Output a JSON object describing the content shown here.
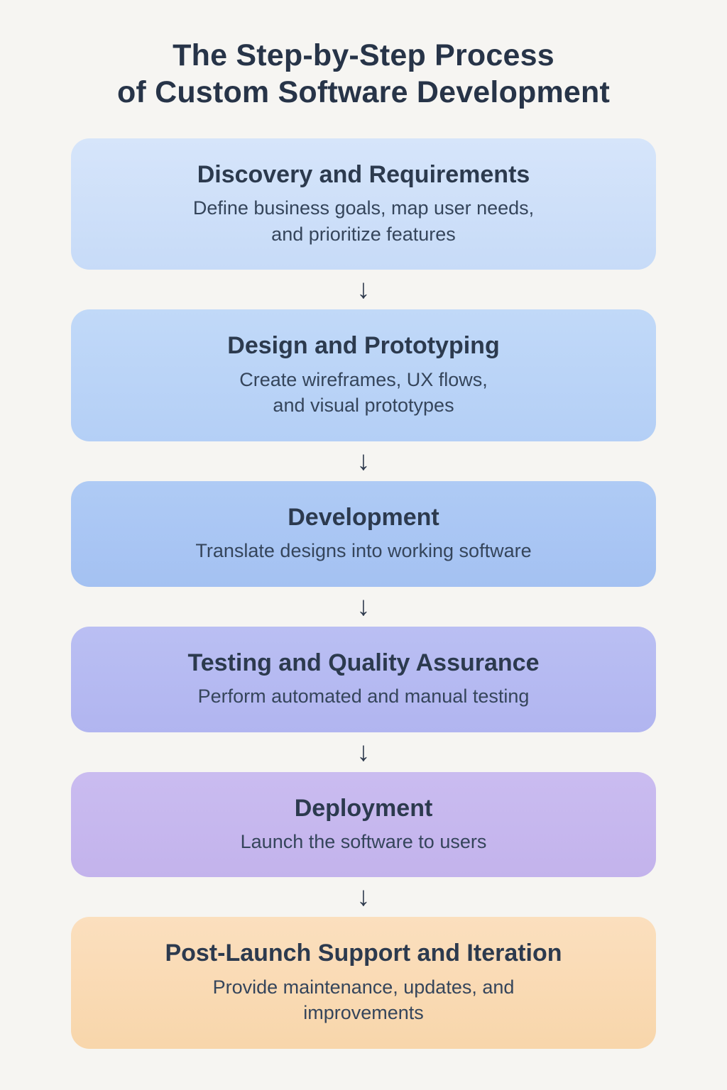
{
  "title": "The Step-by-Step Process\nof Custom Software Development",
  "arrow_glyph": "↓",
  "colors": {
    "page_background": "#f6f5f2",
    "title_text": "#273448",
    "heading_text": "#2c3a4e",
    "body_text": "#35455b",
    "arrow": "#2f3b4e"
  },
  "steps": [
    {
      "heading": "Discovery and Requirements",
      "description": "Define business goals, map user needs,\nand prioritize features",
      "bg_top": "#d6e5fa",
      "bg_bottom": "#c7dbf8"
    },
    {
      "heading": "Design and Prototyping",
      "description": "Create wireframes, UX flows,\nand visual prototypes",
      "bg_top": "#c1d9f8",
      "bg_bottom": "#b4cff6"
    },
    {
      "heading": "Development",
      "description": "Translate designs into working software",
      "bg_top": "#afcbf5",
      "bg_bottom": "#a4c1f2"
    },
    {
      "heading": "Testing and Quality Assurance",
      "description": "Perform automated and manual testing",
      "bg_top": "#babff3",
      "bg_bottom": "#b1b5f0"
    },
    {
      "heading": "Deployment",
      "description": "Launch the software to users",
      "bg_top": "#cabcf0",
      "bg_bottom": "#c3b3ec"
    },
    {
      "heading": "Post-Launch Support and Iteration",
      "description": "Provide maintenance, updates, and\nimprovements",
      "bg_top": "#fbdfbe",
      "bg_bottom": "#f8d6ab"
    }
  ]
}
